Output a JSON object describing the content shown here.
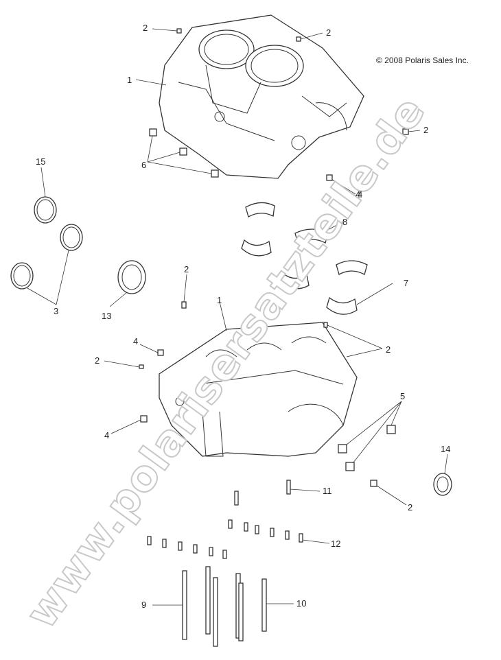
{
  "copyright": "© 2008 Polaris Sales Inc.",
  "watermark": "www.polarisersatzteile.de",
  "callouts": [
    "1",
    "1",
    "2",
    "2",
    "2",
    "2",
    "2",
    "2",
    "2",
    "3",
    "4",
    "4",
    "4",
    "4",
    "5",
    "6",
    "7",
    "8",
    "9",
    "10",
    "11",
    "12",
    "13",
    "14",
    "15"
  ]
}
